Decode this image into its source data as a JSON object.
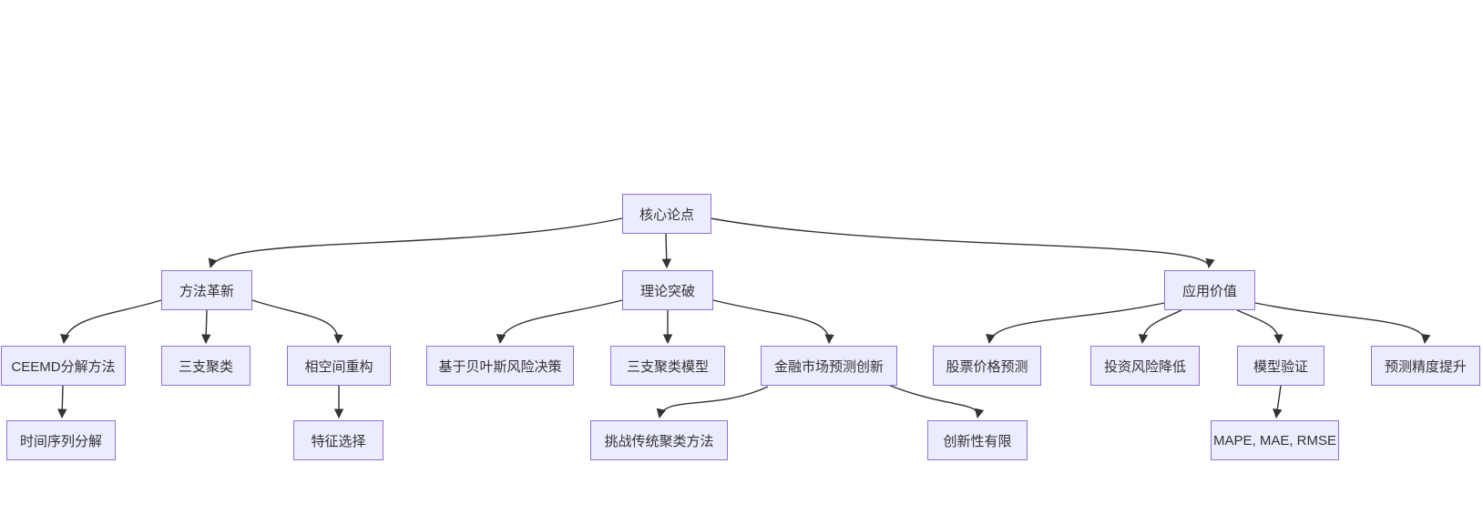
{
  "diagram": {
    "type": "flowchart-tree",
    "background_color": "#ffffff",
    "node_fill_color": "#ECECFF",
    "node_border_color": "#9370DB",
    "node_text_color": "#333333",
    "edge_color": "#333333",
    "nodes": [
      {
        "id": "core-thesis",
        "label": "核心论点"
      },
      {
        "id": "method-innovation",
        "label": "方法革新"
      },
      {
        "id": "theory-breakthrough",
        "label": "理论突破"
      },
      {
        "id": "application-value",
        "label": "应用价值"
      },
      {
        "id": "ceemd-method",
        "label": "CEEMD分解方法"
      },
      {
        "id": "three-way-clustering",
        "label": "三支聚类"
      },
      {
        "id": "phase-space-reconstruction",
        "label": "相空间重构"
      },
      {
        "id": "bayesian-risk-decision",
        "label": "基于贝叶斯风险决策"
      },
      {
        "id": "three-way-clustering-model",
        "label": "三支聚类模型"
      },
      {
        "id": "financial-market-innovation",
        "label": "金融市场预测创新"
      },
      {
        "id": "stock-price-prediction",
        "label": "股票价格预测"
      },
      {
        "id": "investment-risk-reduction",
        "label": "投资风险降低"
      },
      {
        "id": "model-validation",
        "label": "模型验证"
      },
      {
        "id": "prediction-accuracy",
        "label": "预测精度提升"
      },
      {
        "id": "time-series-decomposition",
        "label": "时间序列分解"
      },
      {
        "id": "feature-selection",
        "label": "特征选择"
      },
      {
        "id": "challenge-traditional-clustering",
        "label": "挑战传统聚类方法"
      },
      {
        "id": "limited-innovation",
        "label": "创新性有限"
      },
      {
        "id": "evaluation-metrics",
        "label": "MAPE, MAE, RMSE"
      }
    ],
    "edges": [
      {
        "from": "core-thesis",
        "to": "method-innovation"
      },
      {
        "from": "core-thesis",
        "to": "theory-breakthrough"
      },
      {
        "from": "core-thesis",
        "to": "application-value"
      },
      {
        "from": "method-innovation",
        "to": "ceemd-method"
      },
      {
        "from": "method-innovation",
        "to": "three-way-clustering"
      },
      {
        "from": "method-innovation",
        "to": "phase-space-reconstruction"
      },
      {
        "from": "theory-breakthrough",
        "to": "bayesian-risk-decision"
      },
      {
        "from": "theory-breakthrough",
        "to": "three-way-clustering-model"
      },
      {
        "from": "theory-breakthrough",
        "to": "financial-market-innovation"
      },
      {
        "from": "application-value",
        "to": "stock-price-prediction"
      },
      {
        "from": "application-value",
        "to": "investment-risk-reduction"
      },
      {
        "from": "application-value",
        "to": "model-validation"
      },
      {
        "from": "application-value",
        "to": "prediction-accuracy"
      },
      {
        "from": "ceemd-method",
        "to": "time-series-decomposition"
      },
      {
        "from": "phase-space-reconstruction",
        "to": "feature-selection"
      },
      {
        "from": "financial-market-innovation",
        "to": "challenge-traditional-clustering"
      },
      {
        "from": "financial-market-innovation",
        "to": "limited-innovation"
      },
      {
        "from": "model-validation",
        "to": "evaluation-metrics"
      }
    ]
  }
}
